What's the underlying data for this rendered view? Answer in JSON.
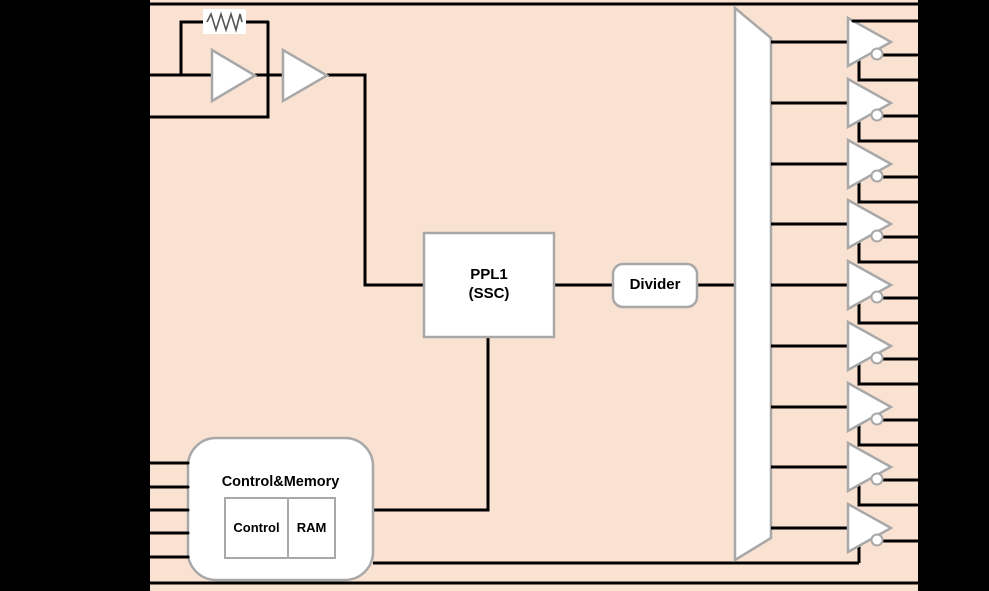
{
  "colors": {
    "background": "#000000",
    "chip_fill": "#FAE2D2",
    "wire": "#000000",
    "shape_stroke": "#A8A8A8",
    "shape_fill": "#FFFFFF"
  },
  "blocks": {
    "pll": {
      "line1": "PPL1",
      "line2": "(SSC)"
    },
    "divider": {
      "label": "Divider"
    },
    "control_memory": {
      "title": "Control&Memory",
      "control_label": "Control",
      "ram_label": "RAM"
    }
  },
  "diagram": {
    "output_buffer_count": 9,
    "output_buffer_tip_ys": [
      42,
      103,
      164,
      224,
      285,
      346,
      407,
      467,
      528
    ],
    "control_input_ys": [
      463,
      487,
      510,
      533,
      557
    ]
  }
}
